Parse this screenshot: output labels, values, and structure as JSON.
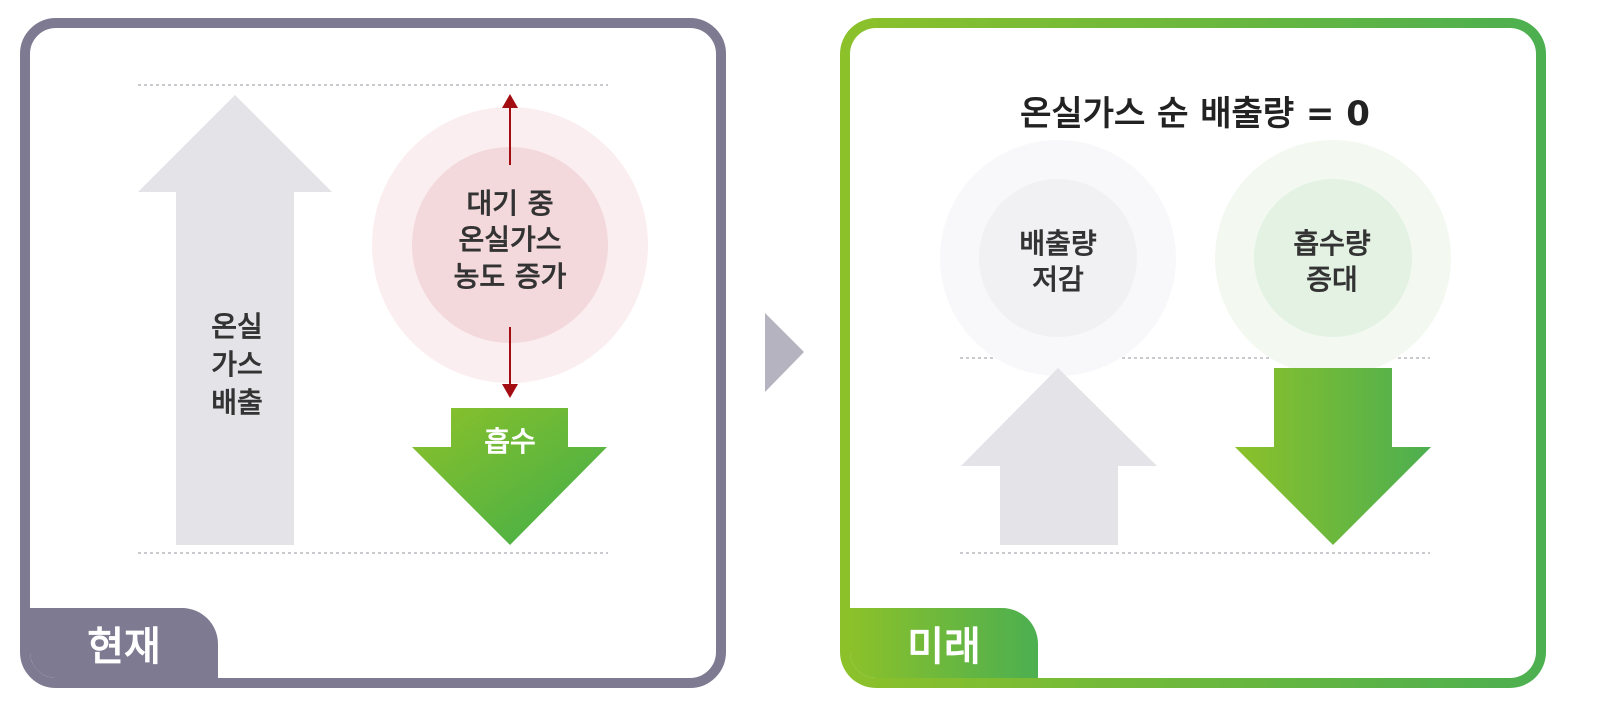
{
  "current": {
    "tab_label": "현재",
    "emission_label": "온실\n가스\n배출",
    "atmosphere_label": "대기 중\n온실가스\n농도 증가",
    "absorption_label": "흡수"
  },
  "future": {
    "tab_label": "미래",
    "title": "온실가스 순 배출량 = 0",
    "reduction_label": "배출량\n저감",
    "increase_label": "흡수량\n증대"
  },
  "colors": {
    "current_border": "#7e7a91",
    "future_gradient": [
      "#8cc12a",
      "#4caf50"
    ],
    "arrow_gray": "#e3e3e8",
    "accent_red": "#a30d12",
    "atmosphere_outer": "#fbeef0",
    "atmosphere_inner": "#f3d9dc"
  }
}
